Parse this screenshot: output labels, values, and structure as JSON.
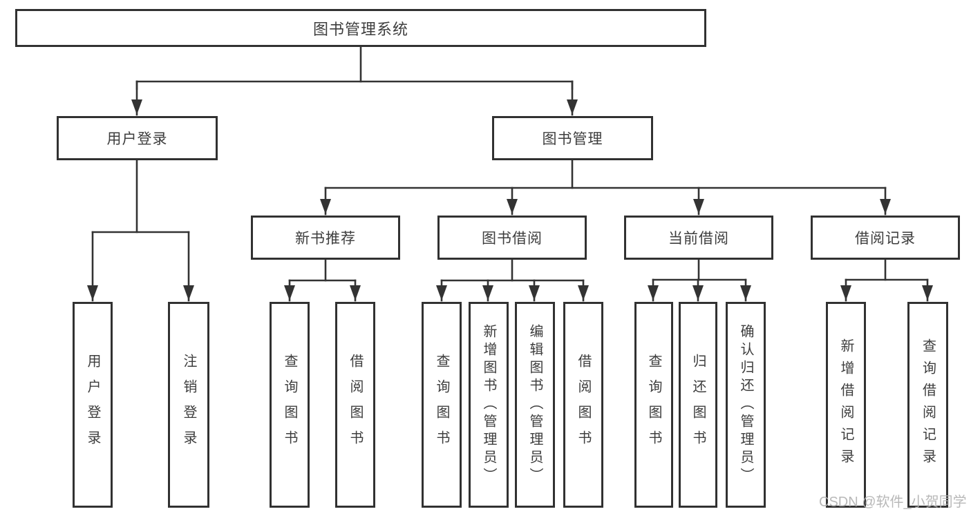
{
  "colors": {
    "line": "#333333",
    "border": "#313131",
    "text": "#3d3d3d",
    "watermark": "#b3b3b3",
    "bg": "#ffffff"
  },
  "tree": {
    "root": "图书管理系统",
    "level2": [
      "用户登录",
      "图书管理"
    ],
    "level3": [
      "新书推荐",
      "图书借阅",
      "当前借阅",
      "借阅记录"
    ],
    "leaves": {
      "user_login": [
        "用户登录",
        "注销登录"
      ],
      "new_book_recommend": [
        "查询图书",
        "借阅图书"
      ],
      "book_borrow": [
        "查询图书",
        "新增图书（管理员）",
        "编辑图书（管理员）",
        "借阅图书"
      ],
      "current_borrow": [
        "查询图书",
        "归还图书",
        "确认归还（管理员）"
      ],
      "borrow_record": [
        "新增借阅记录",
        "查询借阅记录"
      ]
    }
  },
  "watermark": "CSDN @软件_小贺同学"
}
